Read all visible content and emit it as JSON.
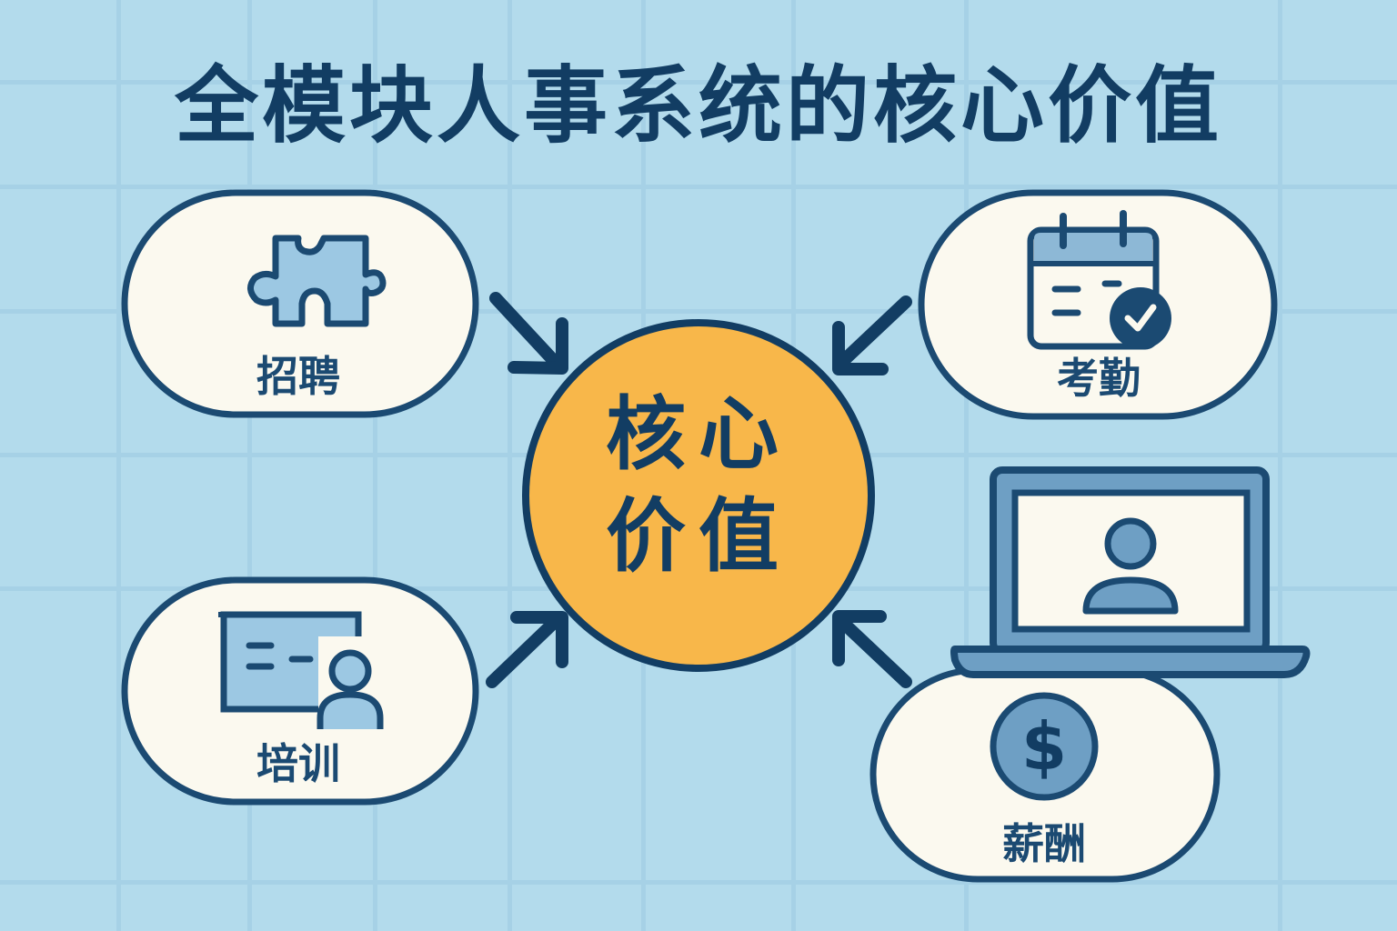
{
  "title": "全模块人事系统的核心价值",
  "center": {
    "line1": "核心",
    "line2": "价值",
    "fill_color": "#f8b74a",
    "stroke_color": "#123d63"
  },
  "modules": [
    {
      "id": "recruitment",
      "label": "招聘",
      "icon": "puzzle-piece-icon",
      "position": "top-left"
    },
    {
      "id": "attendance",
      "label": "考勤",
      "icon": "calendar-check-icon",
      "position": "top-right"
    },
    {
      "id": "training",
      "label": "培训",
      "icon": "presentation-board-person-icon",
      "position": "bottom-left"
    },
    {
      "id": "compensation",
      "label": "薪酬",
      "icon": "dollar-coin-icon",
      "position": "bottom-right"
    }
  ],
  "extra_icons": [
    "laptop-user-icon"
  ],
  "colors": {
    "background": "#b3dbec",
    "grid": "#a6d1e6",
    "dark_blue": "#123d63",
    "mid_blue": "#6e9fc4",
    "light_blue": "#9cc8e3",
    "bubble_fill": "#fbf9ef",
    "accent_orange": "#f8b74a"
  }
}
